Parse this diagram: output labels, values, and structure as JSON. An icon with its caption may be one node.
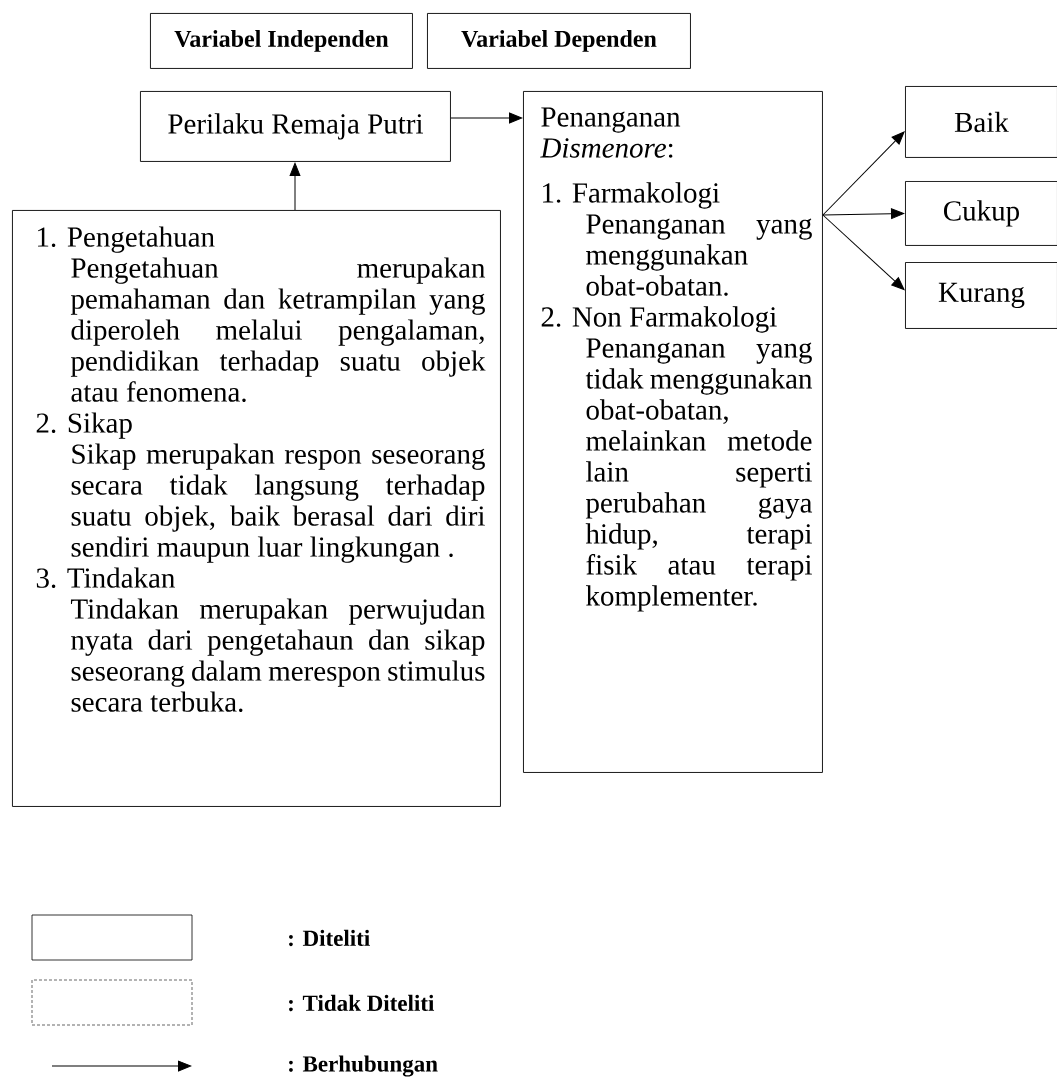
{
  "diagram": {
    "nodes": [
      {
        "text": [
          "Variabel Independen"
        ]
      },
      {
        "text": [
          "Variabel Dependen"
        ]
      },
      {
        "text": [
          "Perilaku Remaja Putri"
        ]
      },
      {
        "text": [
          "1. Pengetahuan",
          "Pengetahuan merupakan pemahaman dan ketrampilan yang diperoleh melalui pengalaman, pendidikan terhadap suatu objek atau fenomena.",
          "2. Sikap",
          "Sikap merupakan respon seseorang secara tidak langsung terhadap suatu objek, baik berasal dari diri sendiri maupun luar lingkungan .",
          "3. Tindakan",
          "Tindakan merupakan perwujudan nyata dari pengetahaun dan sikap seseorang dalam merespon stimulus secara terbuka."
        ]
      },
      {
        "text": [
          "Penanganan *Dismenore*:",
          "1. Farmakologi",
          "Penanganan yang menggunakan obat-obatan.",
          "2. Non Farmakologi",
          "Penanganan yang tidak menggunakan obat-obatan, melainkan metode lain seperti perubahan gaya hidup, terapi fisik atau terapi komplementer."
        ]
      },
      {
        "text": [
          "Baik"
        ]
      },
      {
        "text": [
          "Cukup"
        ]
      },
      {
        "text": [
          "Kurang"
        ]
      }
    ],
    "edges": [
      {
        "from": 3,
        "to": 2,
        "arrow": "to"
      },
      {
        "from": 2,
        "to": 4,
        "arrow": "to"
      },
      {
        "from": 4,
        "to": 5,
        "arrow": "to"
      },
      {
        "from": 4,
        "to": 6,
        "arrow": "to"
      },
      {
        "from": 4,
        "to": 7,
        "arrow": "to"
      }
    ],
    "legend": [
      {
        "text": ": Diteliti"
      },
      {
        "text": ": Tidak Diteliti"
      },
      {
        "text": ": Berhubungan"
      }
    ]
  }
}
